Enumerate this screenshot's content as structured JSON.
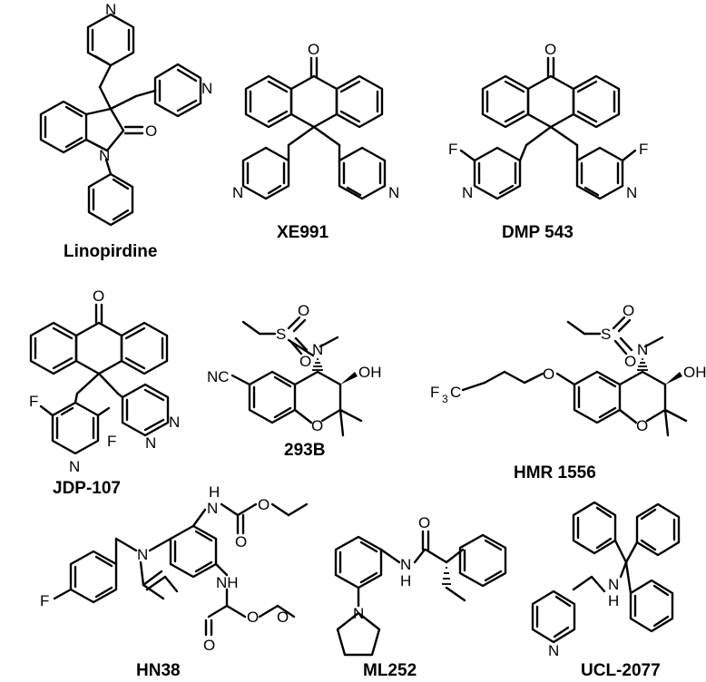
{
  "compounds": [
    {
      "name": "Linopirdine",
      "atoms": [
        "N",
        "N",
        "O",
        "N"
      ]
    },
    {
      "name": "XE991",
      "atoms": [
        "O",
        "N",
        "N"
      ]
    },
    {
      "name": "DMP 543",
      "atoms": [
        "O",
        "F",
        "N",
        "N",
        "F"
      ]
    },
    {
      "name": "JDP-107",
      "atoms": [
        "O",
        "F",
        "F",
        "N",
        "N",
        "N"
      ]
    },
    {
      "name": "293B",
      "atoms": [
        "O",
        "S",
        "O",
        "N",
        "OH",
        "NC",
        "O"
      ]
    },
    {
      "name": "HMR 1556",
      "atoms": [
        "O",
        "S",
        "O",
        "N",
        "OH",
        "F",
        "3",
        "C",
        "O",
        "O"
      ]
    },
    {
      "name": "HN38",
      "atoms": [
        "H",
        "N",
        "O",
        "O",
        "O",
        "NH",
        "F",
        "N",
        "O",
        "O"
      ]
    },
    {
      "name": "ML252",
      "atoms": [
        "O",
        "N",
        "H",
        "N"
      ]
    },
    {
      "name": "UCL-2077",
      "atoms": [
        "N",
        "H",
        "N"
      ]
    }
  ],
  "colors": {
    "ink": "#000000",
    "background": "#ffffff"
  }
}
